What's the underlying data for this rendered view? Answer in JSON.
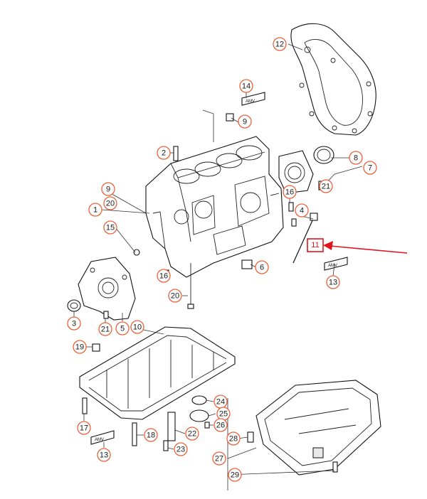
{
  "callouts": [
    {
      "label": "12"
    },
    {
      "label": "14"
    },
    {
      "label": "9"
    },
    {
      "label": "2"
    },
    {
      "label": "8"
    },
    {
      "label": "7"
    },
    {
      "label": "9"
    },
    {
      "label": "20"
    },
    {
      "label": "1"
    },
    {
      "label": "16"
    },
    {
      "label": "21"
    },
    {
      "label": "4"
    },
    {
      "label": "15"
    },
    {
      "label": "11"
    },
    {
      "label": "6"
    },
    {
      "label": "16"
    },
    {
      "label": "13"
    },
    {
      "label": "20"
    },
    {
      "label": "3"
    },
    {
      "label": "21"
    },
    {
      "label": "5"
    },
    {
      "label": "10"
    },
    {
      "label": "19"
    },
    {
      "label": "24"
    },
    {
      "label": "25"
    },
    {
      "label": "26"
    },
    {
      "label": "17"
    },
    {
      "label": "18"
    },
    {
      "label": "22"
    },
    {
      "label": "28"
    },
    {
      "label": "23"
    },
    {
      "label": "13"
    },
    {
      "label": "27"
    },
    {
      "label": "29"
    }
  ],
  "sealant_label": "AMV",
  "highlight": {
    "label": "11",
    "color": "#e0141e"
  },
  "colors": {
    "callout_ring": "#e8633a",
    "arrow": "#e0141e",
    "line": "#111111"
  }
}
